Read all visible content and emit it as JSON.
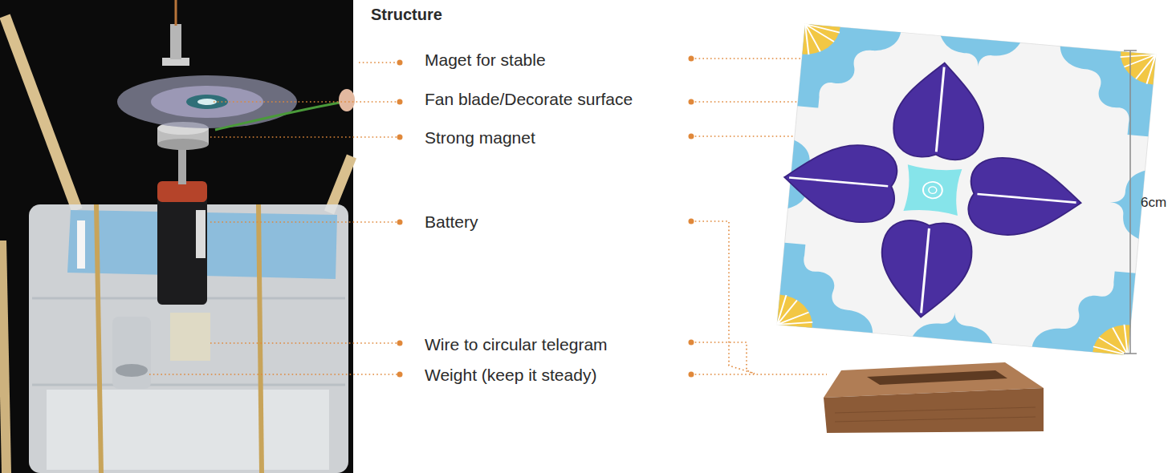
{
  "diagram": {
    "title": "Structure",
    "labels": [
      "Maget for stable",
      "Fan blade/Decorate surface",
      "Strong magnet",
      "Battery",
      "Wire to circular telegram",
      "Weight (keep it steady)",
      "6cm"
    ]
  }
}
